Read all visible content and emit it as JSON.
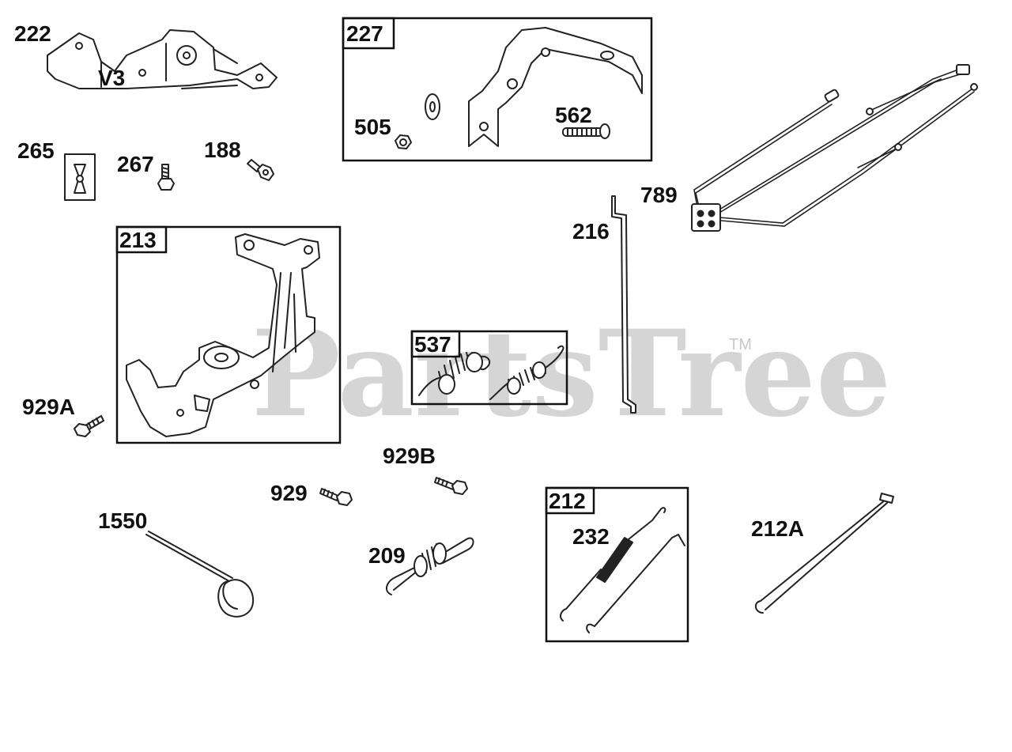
{
  "watermark": {
    "text": "PartsTree",
    "trademark": "TM"
  },
  "parts": {
    "p222": "222",
    "v3": "V3",
    "p227": "227",
    "p505": "505",
    "p562": "562",
    "p265": "265",
    "p267": "267",
    "p188": "188",
    "p789": "789",
    "p216": "216",
    "p213": "213",
    "p537": "537",
    "p929a": "929A",
    "p929b": "929B",
    "p929": "929",
    "p1550": "1550",
    "p209": "209",
    "p212": "212",
    "p232": "232",
    "p212a": "212A"
  },
  "colors": {
    "line": "#222222",
    "watermark": "#c8c8c8",
    "background": "#ffffff"
  }
}
